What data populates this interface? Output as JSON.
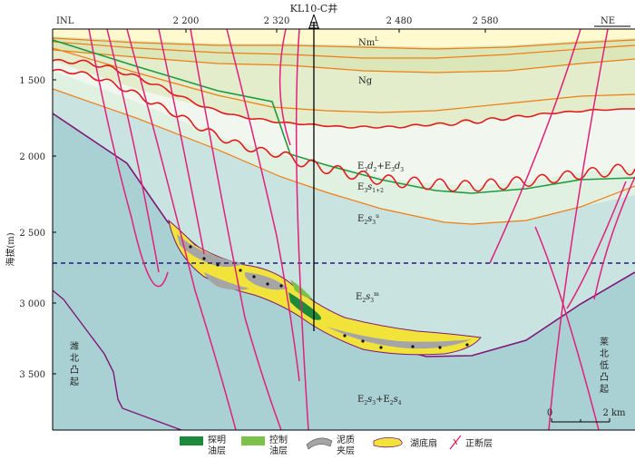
{
  "well": {
    "name": "KL10-C井"
  },
  "direction": {
    "left": "INL",
    "right": "NE"
  },
  "top_ticks": [
    "2 200",
    "2 320",
    "2 480",
    "2 580"
  ],
  "yaxis": {
    "title": "海拔(m)",
    "ticks": [
      "1 500",
      "2 000",
      "2 500",
      "3 000",
      "3 500"
    ]
  },
  "strata": {
    "nm": "Nm",
    "nm_sup": "L",
    "ng": "Ng",
    "ed": {
      "a": "E",
      "a_sub": "3",
      "b": "d",
      "b_sub": "2",
      "c": "+E",
      "c_sub": "3",
      "d": "d",
      "d_sub": "3"
    },
    "es12": {
      "a": "E",
      "a_sub": "3",
      "b": "s",
      "b_sub": "1+2"
    },
    "es3u": {
      "a": "E",
      "a_sub": "2",
      "b": "s",
      "b_sub": "3",
      "sup": "u"
    },
    "es3m": {
      "a": "E",
      "a_sub": "2",
      "b": "s",
      "b_sub": "3",
      "sup": "m"
    },
    "es34": {
      "a": "E",
      "a_sub": "2",
      "b": "s",
      "b_sub": "3",
      "c": "+E",
      "c_sub": "2",
      "d": "s",
      "d_sub": "4"
    }
  },
  "side_labels": {
    "left": "潍北凸起",
    "right": "莱北低凸起"
  },
  "scale": {
    "zero": "0",
    "end": "2 km"
  },
  "legend": [
    {
      "label_1": "探明",
      "label_2": "油层"
    },
    {
      "label_1": "控制",
      "label_2": "油层"
    },
    {
      "label_1": "泥质",
      "label_2": "夹层"
    },
    {
      "label_1": "湖底扇"
    },
    {
      "label_1": "正断层"
    }
  ],
  "colors": {
    "basement": "#a9d1d4",
    "es3m": "#c9e3e0",
    "es3u": "#e1f1e1",
    "es12": "#f1f7ee",
    "ed": "#e3edcb",
    "ng": "#dbe7b8",
    "nm": "#fff9cf",
    "fan": "#f2e33a",
    "proven": "#1c8a3a",
    "control": "#7cc24a",
    "mud": "#a5a5a5",
    "fault": "#e0207a",
    "unconformity": "#e11b1b",
    "green_line": "#1f9b3f",
    "orange_line": "#f07c12",
    "purple_line": "#7d1877",
    "dashed": "#1d1e7a"
  }
}
